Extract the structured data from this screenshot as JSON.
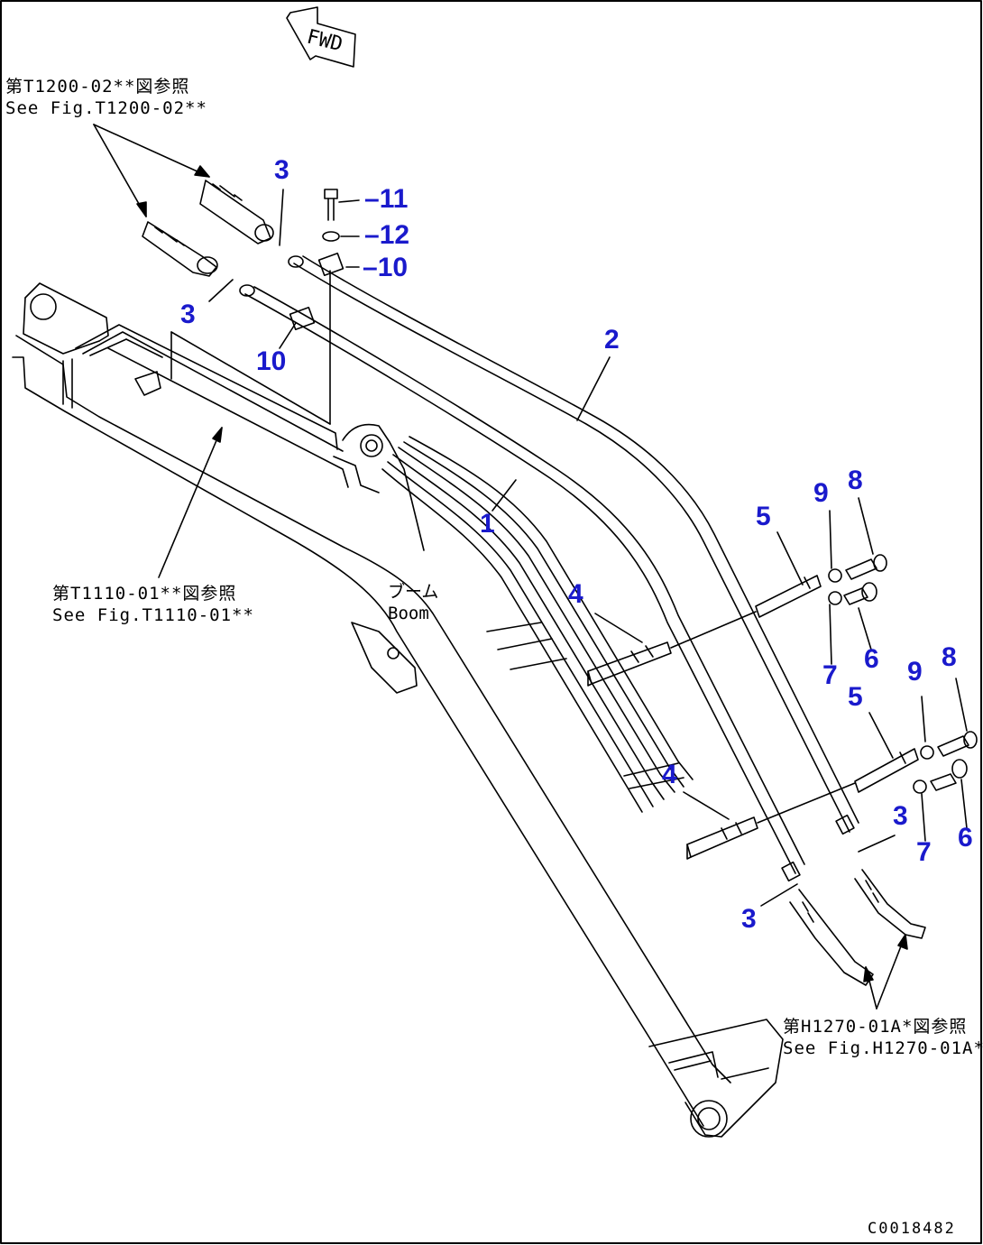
{
  "colors": {
    "callout": "#1a1acc",
    "line": "#000000",
    "background": "#ffffff"
  },
  "icons": {
    "direction": "fwd-arrow-icon"
  },
  "direction_label": "FWD",
  "boom_label": {
    "jp": "ブーム",
    "en": "Boom"
  },
  "references": {
    "top_left": {
      "jp": "第T1200-02**図参照",
      "en": "See Fig.T1200-02**"
    },
    "middle_left": {
      "jp": "第T1110-01**図参照",
      "en": "See Fig.T1110-01**"
    },
    "bottom_right": {
      "jp": "第H1270-01A*図参照",
      "en": "See Fig.H1270-01A*"
    }
  },
  "callouts": {
    "c3_top": "3",
    "c11": "11",
    "c12": "12",
    "c10_top": "10",
    "c3_left": "3",
    "c10_left": "10",
    "c2": "2",
    "c1": "1",
    "c9_upper": "9",
    "c8_upper": "8",
    "c5_upper": "5",
    "c4_upper": "4",
    "c6_upper": "6",
    "c7_upper": "7",
    "c9_lower": "9",
    "c8_lower": "8",
    "c5_lower": "5",
    "c4_lower": "4",
    "c3_lower_right": "3",
    "c6_lower": "6",
    "c7_lower": "7",
    "c3_lower": "3"
  },
  "drawing_code": "C0018482"
}
